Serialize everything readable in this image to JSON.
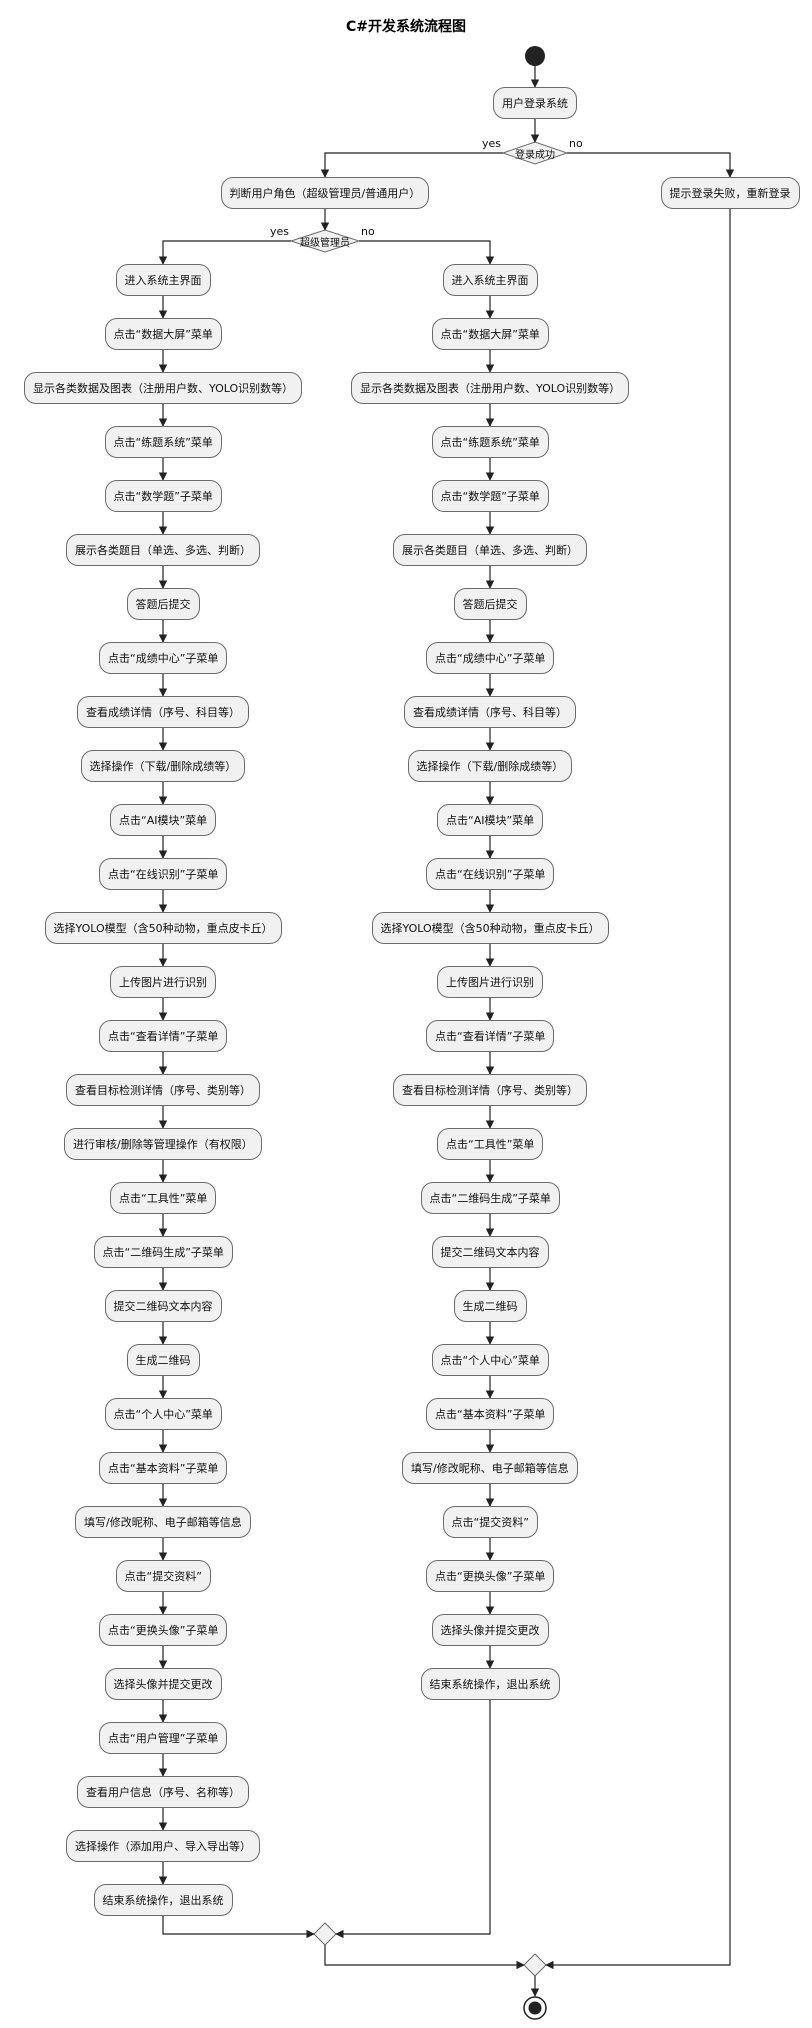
{
  "title": "C#开发系统流程图",
  "start": {
    "node": "用户登录系统"
  },
  "decision_login": {
    "label": "登录成功",
    "yes": "yes",
    "no": "no"
  },
  "fail_node": "提示登录失败，重新登录",
  "role_node": "判断用户角色（超级管理员/普通用户）",
  "decision_role": {
    "label": "超级管理员",
    "yes": "yes",
    "no": "no"
  },
  "left_steps": [
    "进入系统主界面",
    "点击“数据大屏”菜单",
    "显示各类数据及图表（注册用户数、YOLO识别数等）",
    "点击“练题系统”菜单",
    "点击“数学题”子菜单",
    "展示各类题目（单选、多选、判断）",
    "答题后提交",
    "点击“成绩中心”子菜单",
    "查看成绩详情（序号、科目等）",
    "选择操作（下载/删除成绩等）",
    "点击“AI模块”菜单",
    "点击“在线识别”子菜单",
    "选择YOLO模型（含50种动物，重点皮卡丘）",
    "上传图片进行识别",
    "点击“查看详情”子菜单",
    "查看目标检测详情（序号、类别等）",
    "进行审核/删除等管理操作（有权限）",
    "点击“工具性”菜单",
    "点击“二维码生成”子菜单",
    "提交二维码文本内容",
    "生成二维码",
    "点击“个人中心”菜单",
    "点击“基本资料”子菜单",
    "填写/修改昵称、电子邮箱等信息",
    "点击“提交资料”",
    "点击“更换头像”子菜单",
    "选择头像并提交更改",
    "点击“用户管理”子菜单",
    "查看用户信息（序号、名称等）",
    "选择操作（添加用户、导入导出等）",
    "结束系统操作，退出系统"
  ],
  "right_steps": [
    "进入系统主界面",
    "点击“数据大屏”菜单",
    "显示各类数据及图表（注册用户数、YOLO识别数等）",
    "点击“练题系统”菜单",
    "点击“数学题”子菜单",
    "展示各类题目（单选、多选、判断）",
    "答题后提交",
    "点击“成绩中心”子菜单",
    "查看成绩详情（序号、科目等）",
    "选择操作（下载/删除成绩等）",
    "点击“AI模块”菜单",
    "点击“在线识别”子菜单",
    "选择YOLO模型（含50种动物，重点皮卡丘）",
    "上传图片进行识别",
    "点击“查看详情”子菜单",
    "查看目标检测详情（序号、类别等）",
    "点击“工具性”菜单",
    "点击“二维码生成”子菜单",
    "提交二维码文本内容",
    "生成二维码",
    "点击“个人中心”菜单",
    "点击“基本资料”子菜单",
    "填写/修改昵称、电子邮箱等信息",
    "点击“提交资料”",
    "点击“更换头像”子菜单",
    "选择头像并提交更改",
    "结束系统操作，退出系统"
  ],
  "colors": {
    "node_fill": "#f1f1f1",
    "border": "#6b6b6b",
    "line": "#222222",
    "start": "#222222"
  }
}
